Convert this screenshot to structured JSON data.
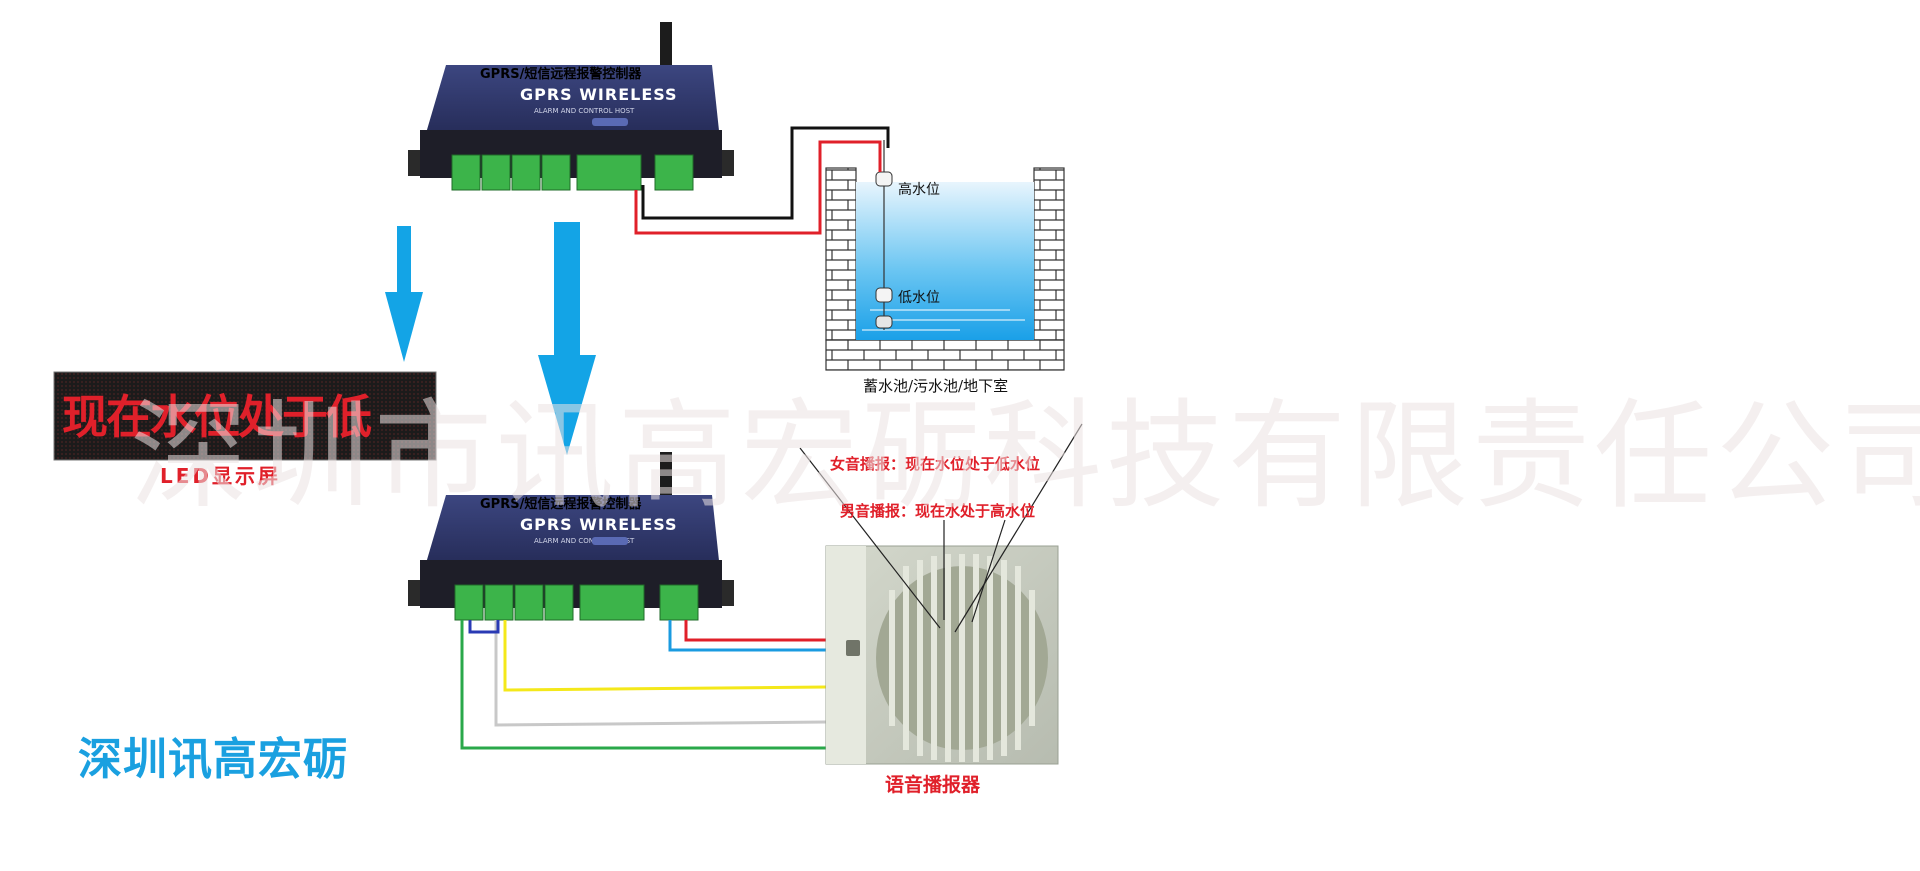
{
  "watermark": "深圳市讯高宏砺科技有限责任公司",
  "controller": {
    "top_strip": "GPRS/短信远程报警控制器",
    "brand": "GPRS WIRELESS",
    "subtitle": "ALARM AND CONTROL HOST"
  },
  "led": {
    "caption": "LED显示屏",
    "scroll_text": "现在水位处于低"
  },
  "tank": {
    "caption": "蓄水池/污水池/地下室",
    "high_label": "高水位",
    "low_label": "低水位"
  },
  "annotations": {
    "female": "女音播报：现在水位处于低水位",
    "male": "男音播报：现在水处于高水位"
  },
  "speaker": {
    "caption": "语音播报器"
  },
  "company": "深圳讯高宏砺",
  "colors": {
    "arrow": "#13a4e6",
    "wire_red": "#e0202a",
    "wire_black": "#111111",
    "wire_blue": "#1a9be0",
    "wire_yellow": "#f4e81a",
    "wire_gray": "#c8c8c8",
    "wire_green": "#2aa84a",
    "controller_body": "#2e3568",
    "terminal_green": "#3cb44a"
  }
}
